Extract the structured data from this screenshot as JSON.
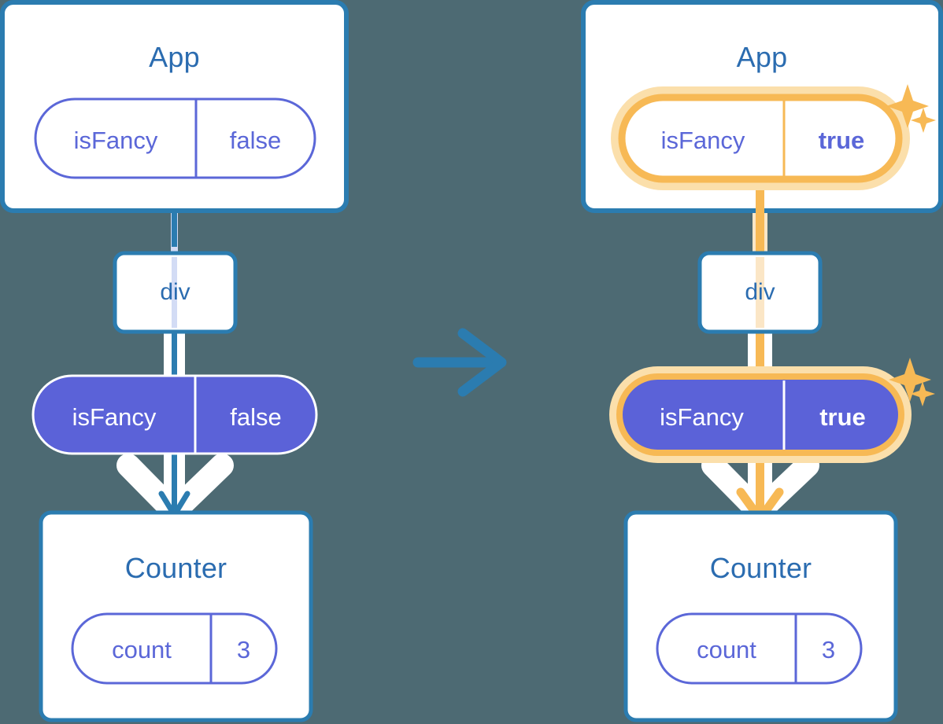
{
  "meta": {
    "background_color": "#4d6a73",
    "box_border_color": "#2b7cb0",
    "box_fill_color": "#ffffff",
    "title_color": "#2b6cb0",
    "pill_outline_color": "#5b67d8",
    "pill_filled_color": "#5b62d8",
    "highlight_color": "#f7b955",
    "highlight_glow_color": "#fbdfab",
    "connector_blue": "#2b7cb0",
    "connector_white": "#ffffff"
  },
  "transition_arrow": {
    "icon": "arrow-right-icon",
    "color": "#2b7cb0"
  },
  "panels": [
    {
      "id": "before",
      "app": {
        "title": "App",
        "state_pill": {
          "key": "isFancy",
          "value": "false",
          "style": "outline",
          "highlighted": false,
          "value_bold": false
        }
      },
      "div": {
        "label": "div"
      },
      "prop_pill": {
        "key": "isFancy",
        "value": "false",
        "style": "filled",
        "highlighted": false,
        "value_bold": false
      },
      "counter": {
        "title": "Counter",
        "state_pill": {
          "key": "count",
          "value": "3",
          "style": "outline",
          "highlighted": false,
          "value_bold": false
        }
      },
      "flow_color": "#2b7cb0",
      "sparkles": false
    },
    {
      "id": "after",
      "app": {
        "title": "App",
        "state_pill": {
          "key": "isFancy",
          "value": "true",
          "style": "outline",
          "highlighted": true,
          "value_bold": true
        }
      },
      "div": {
        "label": "div"
      },
      "prop_pill": {
        "key": "isFancy",
        "value": "true",
        "style": "filled",
        "highlighted": true,
        "value_bold": true
      },
      "counter": {
        "title": "Counter",
        "state_pill": {
          "key": "count",
          "value": "3",
          "style": "outline",
          "highlighted": false,
          "value_bold": false
        }
      },
      "flow_color": "#f7b955",
      "sparkles": true
    }
  ]
}
